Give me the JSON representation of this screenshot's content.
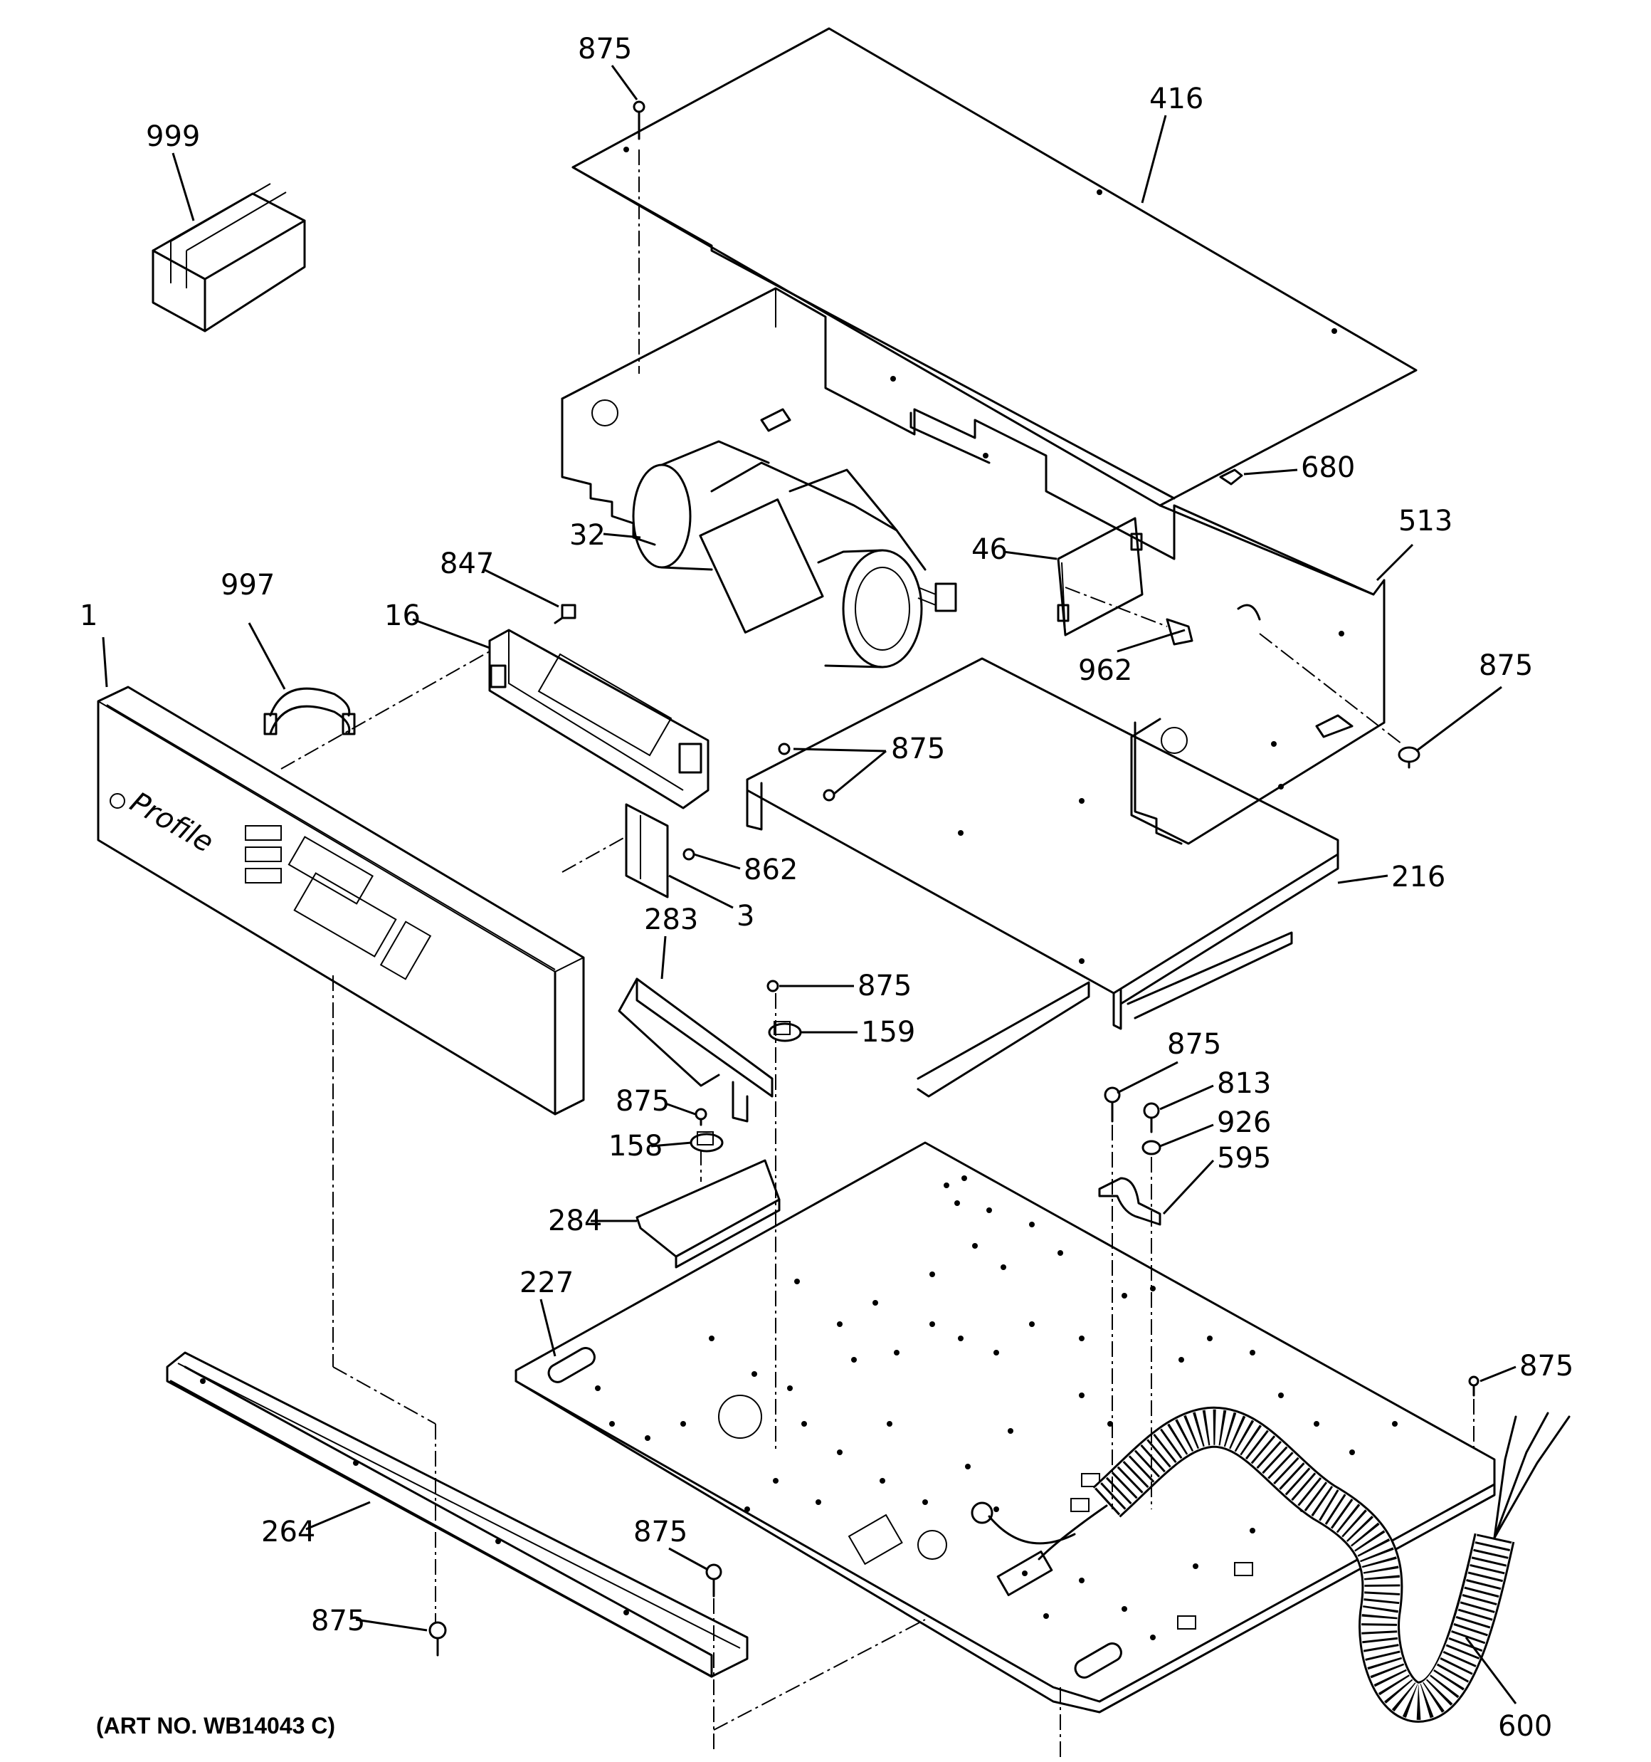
{
  "diagram": {
    "art_number": "(ART NO. WB14043 C)",
    "logo_text": "Profile",
    "parts": [
      {
        "id": "p999",
        "label": "999",
        "name": "shipping-box"
      },
      {
        "id": "p875a",
        "label": "875",
        "name": "screw-top-panel"
      },
      {
        "id": "p416",
        "label": "416",
        "name": "top-cover-panel"
      },
      {
        "id": "p680",
        "label": "680",
        "name": "screw-side"
      },
      {
        "id": "p513",
        "label": "513",
        "name": "outer-case-wrapper"
      },
      {
        "id": "p32",
        "label": "32",
        "name": "blower-assembly"
      },
      {
        "id": "p46",
        "label": "46",
        "name": "control-board"
      },
      {
        "id": "p847",
        "label": "847",
        "name": "screw-control"
      },
      {
        "id": "p997",
        "label": "997",
        "name": "ribbon-cable"
      },
      {
        "id": "p16",
        "label": "16",
        "name": "electronic-control"
      },
      {
        "id": "p1",
        "label": "1",
        "name": "control-panel-frame"
      },
      {
        "id": "p962",
        "label": "962",
        "name": "standoff"
      },
      {
        "id": "p875b",
        "label": "875",
        "name": "screw-right-side"
      },
      {
        "id": "p875c",
        "label": "875",
        "name": "screw-shelf"
      },
      {
        "id": "p862",
        "label": "862",
        "name": "screw-bracket"
      },
      {
        "id": "p3",
        "label": "3",
        "name": "mounting-bracket"
      },
      {
        "id": "p216",
        "label": "216",
        "name": "shelf-panel"
      },
      {
        "id": "p283",
        "label": "283",
        "name": "air-duct"
      },
      {
        "id": "p875d",
        "label": "875",
        "name": "screw-thermostat-159"
      },
      {
        "id": "p159",
        "label": "159",
        "name": "thermostat-159"
      },
      {
        "id": "p875e",
        "label": "875",
        "name": "screw-clamp"
      },
      {
        "id": "p813",
        "label": "813",
        "name": "screw-813"
      },
      {
        "id": "p926",
        "label": "926",
        "name": "nut-926"
      },
      {
        "id": "p595",
        "label": "595",
        "name": "cable-clamp"
      },
      {
        "id": "p875f",
        "label": "875",
        "name": "screw-thermostat-158"
      },
      {
        "id": "p158",
        "label": "158",
        "name": "thermostat-158"
      },
      {
        "id": "p284",
        "label": "284",
        "name": "thermostat-bracket"
      },
      {
        "id": "p227",
        "label": "227",
        "name": "bottom-panel"
      },
      {
        "id": "p875g",
        "label": "875",
        "name": "screw-bottom-right"
      },
      {
        "id": "p264",
        "label": "264",
        "name": "front-trim-rail"
      },
      {
        "id": "p875h",
        "label": "875",
        "name": "screw-rail"
      },
      {
        "id": "p875i",
        "label": "875",
        "name": "screw-rail-left"
      },
      {
        "id": "p600",
        "label": "600",
        "name": "conduit-power-cord"
      }
    ]
  },
  "colors": {
    "line": "#000000",
    "background": "#ffffff"
  }
}
